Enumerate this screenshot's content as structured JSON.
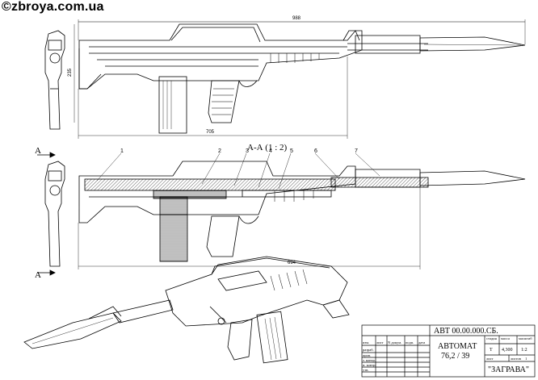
{
  "watermark": "©zbroya.com.ua",
  "dimensions": {
    "overall_length": "988",
    "folded_length": "705",
    "height": "235",
    "section_length": "694"
  },
  "section_label": "А-А (1 : 2)",
  "view_marks": {
    "top": "А",
    "bottom": "А"
  },
  "callouts": [
    "1",
    "2",
    "3",
    "4",
    "5",
    "6",
    "7"
  ],
  "title_block": {
    "code": "АВТ  00.00.000.СБ.",
    "name_line1": "АВТОМАТ",
    "name_line2": "76,2 / 39",
    "org": "\"ЗАГРАВА\"",
    "col_headers": [
      "изм.",
      "лист",
      "N докум.",
      "подп.",
      "дата"
    ],
    "row_labels": [
      "разраб.",
      "пров.",
      "т. контр.",
      "н. контр.",
      "утв."
    ],
    "stage_header": "стадия",
    "mass_header": "масса",
    "scale_header": "масштаб",
    "stage_value": "Т",
    "mass_value": "4,300",
    "scale_value": "1:2",
    "sheet_label": "лист",
    "sheets_label": "листов",
    "sheets_value": "1"
  }
}
